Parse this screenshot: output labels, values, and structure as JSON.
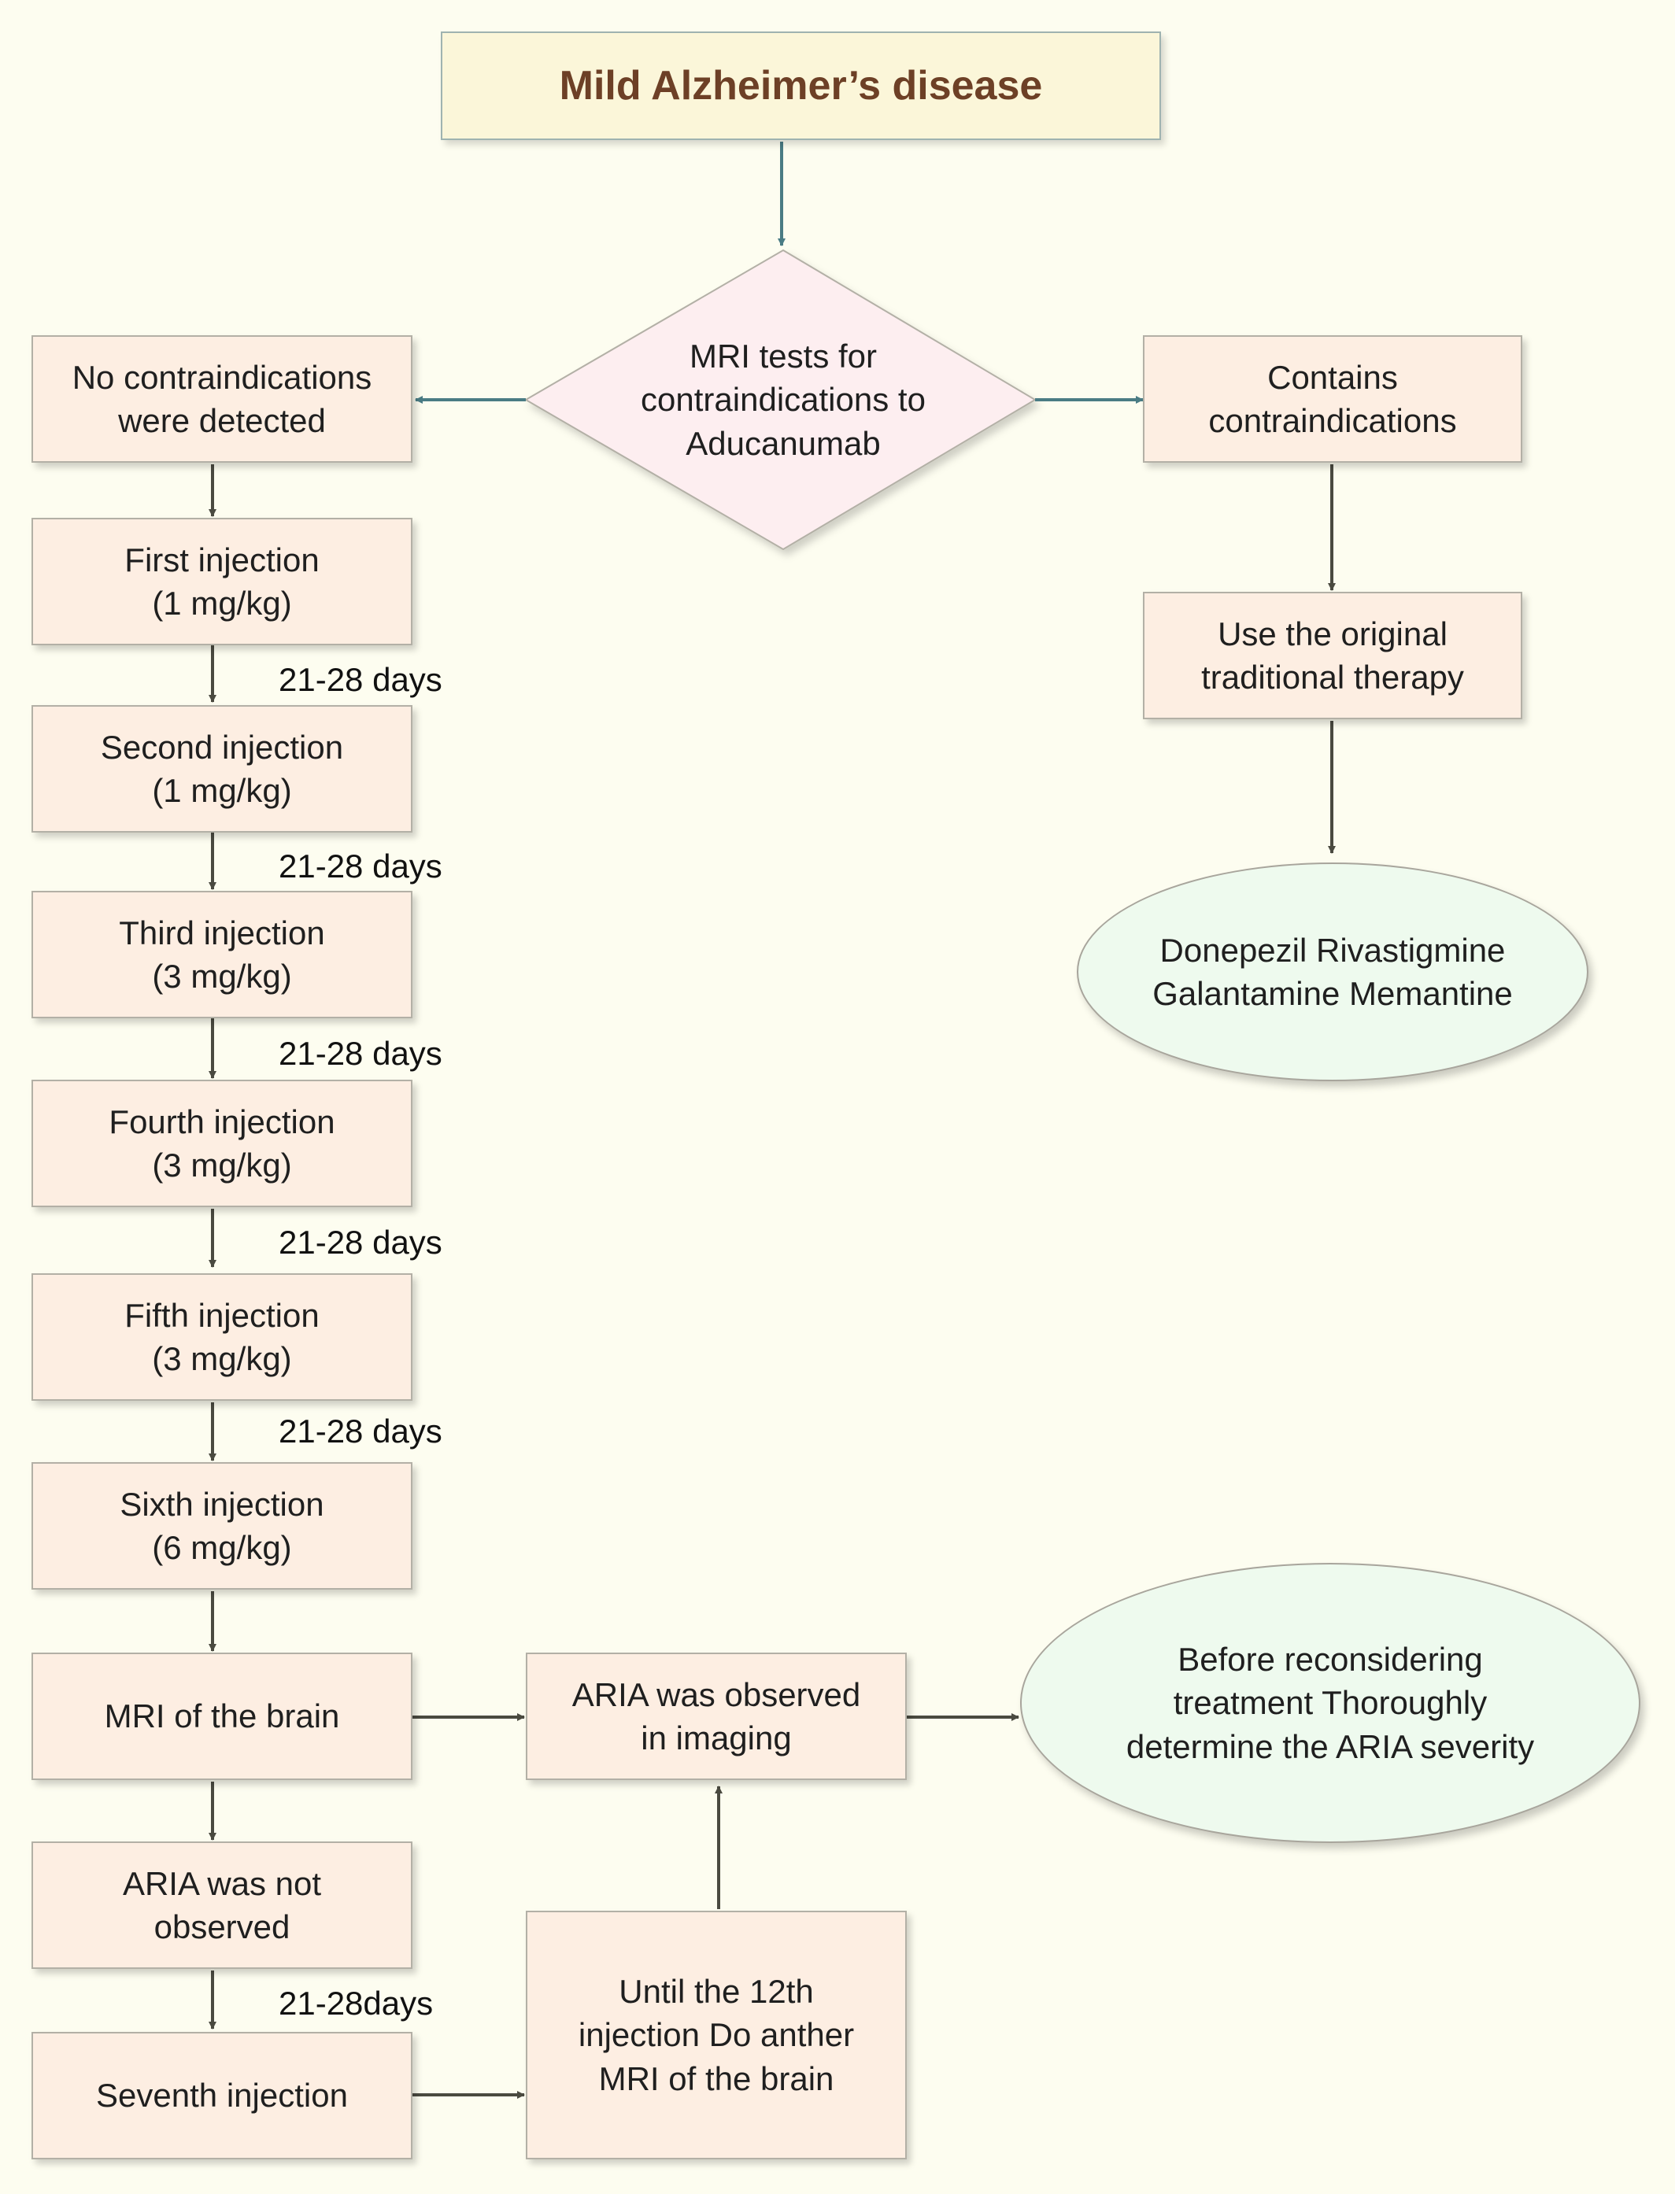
{
  "title": "Mild Alzheimer’s disease",
  "decision": "MRI tests for\ncontraindications to\nAducanumab",
  "no_contra": "No contraindications\nwere detected",
  "contains_contra": "Contains\ncontraindications",
  "traditional": "Use the original\ntraditional therapy",
  "drugs": "Donepezil Rivastigmine\nGalantamine Memantine",
  "steps": {
    "first": "First injection\n(1 mg/kg)",
    "second": "Second injection\n(1 mg/kg)",
    "third": "Third injection\n(3 mg/kg)",
    "fourth": "Fourth injection\n(3 mg/kg)",
    "fifth": "Fifth injection\n(3 mg/kg)",
    "sixth": "Sixth injection\n(6 mg/kg)",
    "mri": "MRI of the brain",
    "aria_not": "ARIA was not\nobserved",
    "seventh": "Seventh injection"
  },
  "intervals": {
    "i1": "21-28 days",
    "i2": "21-28 days",
    "i3": "21-28 days",
    "i4": "21-28 days",
    "i5": "21-28 days",
    "i6": "21-28days"
  },
  "aria_observed": "ARIA was observed\nin imaging",
  "until_12th": "Until the 12th\ninjection Do anther\nMRI of the brain",
  "reconsider": "Before reconsidering\ntreatment Thoroughly\ndetermine the ARIA severity",
  "colors": {
    "box_fill": "#fdeee2",
    "title_fill": "#fbf6d9",
    "title_text": "#6d4026",
    "diamond_fill": "#fdeef0",
    "ellipse_fill": "#eefaee",
    "arrow_teal": "#4a7c84",
    "arrow_dark": "#4a4a40",
    "background": "#fdfdf0"
  }
}
